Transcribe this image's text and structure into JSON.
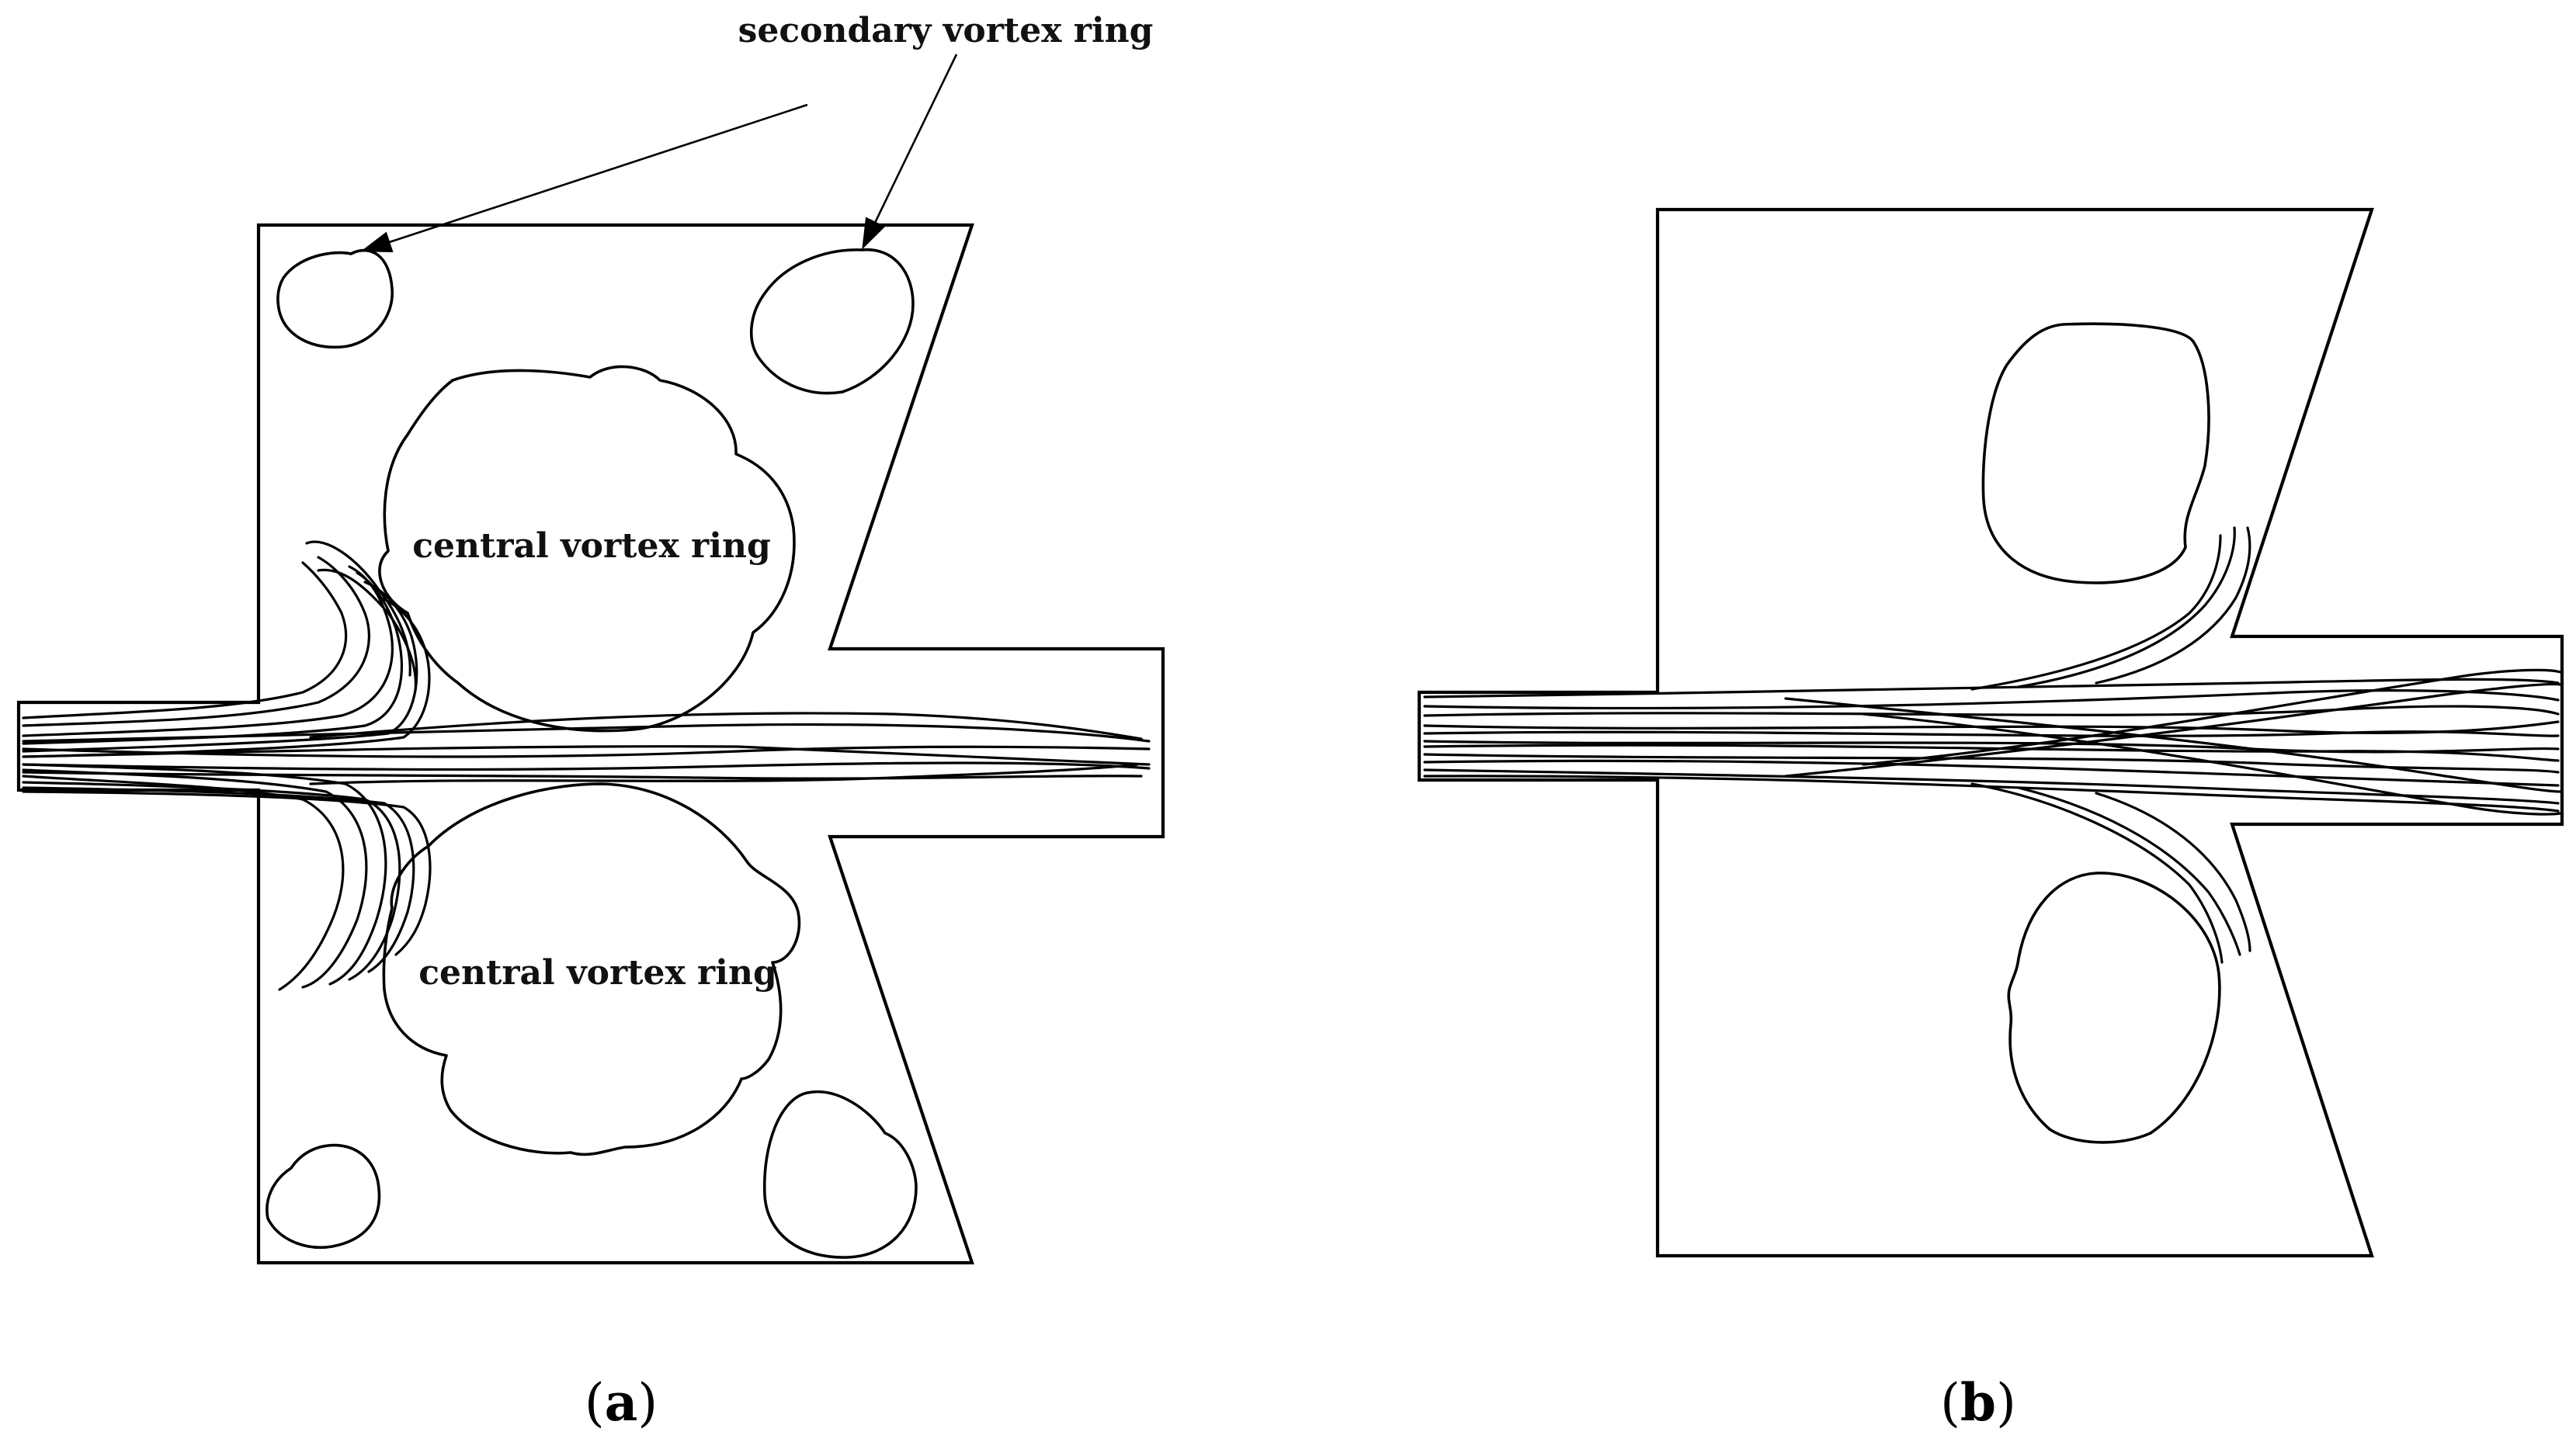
{
  "annotations": {
    "secondary": "secondary vortex ring",
    "central_top": "central vortex ring",
    "central_bottom": "central vortex ring"
  },
  "panels": {
    "a": {
      "open": "(",
      "letter": "a",
      "close": ")"
    },
    "b": {
      "open": "(",
      "letter": "b",
      "close": ")"
    }
  }
}
